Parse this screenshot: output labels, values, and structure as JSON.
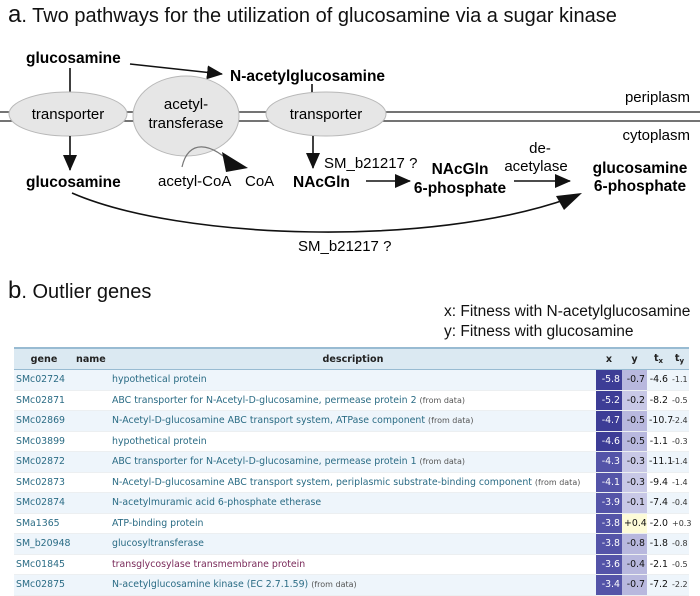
{
  "panel_a": {
    "letter": "a",
    "title": ". Two pathways for the utilization of glucosamine via a sugar kinase",
    "labels": {
      "glucosamine_top": "glucosamine",
      "nacetylglucosamine": "N-acetylglucosamine",
      "transporter_left": "transporter",
      "acetyl": "acetyl-",
      "transferase": "transferase",
      "transporter_right": "transporter",
      "periplasm": "periplasm",
      "cytoplasm": "cytoplasm",
      "glucosamine_bottom": "glucosamine",
      "acetyl_coa": "acetyl-CoA",
      "coa": "CoA",
      "nacgln": "NAcGln",
      "sm_b21217_q1": "SM_b21217 ?",
      "nacgln_6p_line1": "NAcGln",
      "nacgln_6p_line2": "6-phosphate",
      "de": "de-",
      "acetylase": "acetylase",
      "glucosamine_6p_line1": "glucosamine",
      "glucosamine_6p_line2": "6-phosphate",
      "sm_b21217_q2": "SM_b21217 ?"
    }
  },
  "panel_b": {
    "letter": "b",
    "title": ". Outlier genes",
    "x_legend": "x: Fitness with N-acetylglucosamine",
    "y_legend": "y: Fitness with glucosamine",
    "table": {
      "headers": {
        "gene": "gene",
        "name": "name",
        "description": "description",
        "x": "x",
        "y": "y",
        "tx_base": "t",
        "tx_sub": "x",
        "ty_base": "t",
        "ty_sub": "y"
      },
      "colors": {
        "x_strong": "#3d3d96",
        "x_mid": "#5454a8",
        "y_mid": "#b8b8de",
        "y_light": "#c8c8e6",
        "y_pos": "#fdfbd8"
      },
      "rows": [
        {
          "gene": "SMc02724",
          "name": "",
          "description": "hypothetical protein",
          "from_data": "",
          "x": "-5.8",
          "y": "-0.7",
          "tx": "-4.6",
          "ty": "-1.1",
          "desc_style": "link",
          "x_shade": "x_strong",
          "y_shade": "y_mid"
        },
        {
          "gene": "SMc02871",
          "name": "",
          "description": "ABC transporter for N-Acetyl-D-glucosamine, permease protein 2",
          "from_data": "(from data)",
          "x": "-5.2",
          "y": "-0.2",
          "tx": "-8.2",
          "ty": "-0.5",
          "desc_style": "link",
          "x_shade": "x_strong",
          "y_shade": "y_light"
        },
        {
          "gene": "SMc02869",
          "name": "",
          "description": "N-Acetyl-D-glucosamine ABC transport system, ATPase component",
          "from_data": "(from data)",
          "x": "-4.7",
          "y": "-0.5",
          "tx": "-10.7",
          "ty": "-2.4",
          "desc_style": "link",
          "x_shade": "x_strong",
          "y_shade": "y_mid"
        },
        {
          "gene": "SMc03899",
          "name": "",
          "description": "hypothetical protein",
          "from_data": "",
          "x": "-4.6",
          "y": "-0.5",
          "tx": "-1.1",
          "ty": "-0.3",
          "desc_style": "link",
          "x_shade": "x_strong",
          "y_shade": "y_mid"
        },
        {
          "gene": "SMc02872",
          "name": "",
          "description": "ABC transporter for N-Acetyl-D-glucosamine, permease protein 1",
          "from_data": "(from data)",
          "x": "-4.3",
          "y": "-0.3",
          "tx": "-11.1",
          "ty": "-1.4",
          "desc_style": "link",
          "x_shade": "x_mid",
          "y_shade": "y_light"
        },
        {
          "gene": "SMc02873",
          "name": "",
          "description": "N-Acetyl-D-glucosamine ABC transport system, periplasmic substrate-binding component",
          "from_data": "(from data)",
          "x": "-4.1",
          "y": "-0.3",
          "tx": "-9.4",
          "ty": "-1.4",
          "desc_style": "link",
          "x_shade": "x_mid",
          "y_shade": "y_light"
        },
        {
          "gene": "SMc02874",
          "name": "",
          "description": "N-acetylmuramic acid 6-phosphate etherase",
          "from_data": "",
          "x": "-3.9",
          "y": "-0.1",
          "tx": "-7.4",
          "ty": "-0.4",
          "desc_style": "link",
          "x_shade": "x_mid",
          "y_shade": "y_light"
        },
        {
          "gene": "SMa1365",
          "name": "",
          "description": "ATP-binding protein",
          "from_data": "",
          "x": "-3.8",
          "y": "+0.4",
          "tx": "-2.0",
          "ty": "+0.3",
          "desc_style": "link",
          "x_shade": "x_mid",
          "y_shade": "y_pos"
        },
        {
          "gene": "SM_b20948",
          "name": "",
          "description": "glucosyltransferase",
          "from_data": "",
          "x": "-3.8",
          "y": "-0.8",
          "tx": "-1.8",
          "ty": "-0.8",
          "desc_style": "link",
          "x_shade": "x_mid",
          "y_shade": "y_mid"
        },
        {
          "gene": "SMc01845",
          "name": "",
          "description": "transglycosylase transmembrane protein",
          "from_data": "",
          "x": "-3.6",
          "y": "-0.4",
          "tx": "-2.1",
          "ty": "-0.5",
          "desc_style": "odd",
          "x_shade": "x_mid",
          "y_shade": "y_mid"
        },
        {
          "gene": "SMc02875",
          "name": "",
          "description": "N-acetylglucosamine kinase (EC 2.7.1.59)",
          "from_data": "(from data)",
          "x": "-3.4",
          "y": "-0.7",
          "tx": "-7.2",
          "ty": "-2.2",
          "desc_style": "link",
          "x_shade": "x_mid",
          "y_shade": "y_mid"
        }
      ]
    }
  }
}
